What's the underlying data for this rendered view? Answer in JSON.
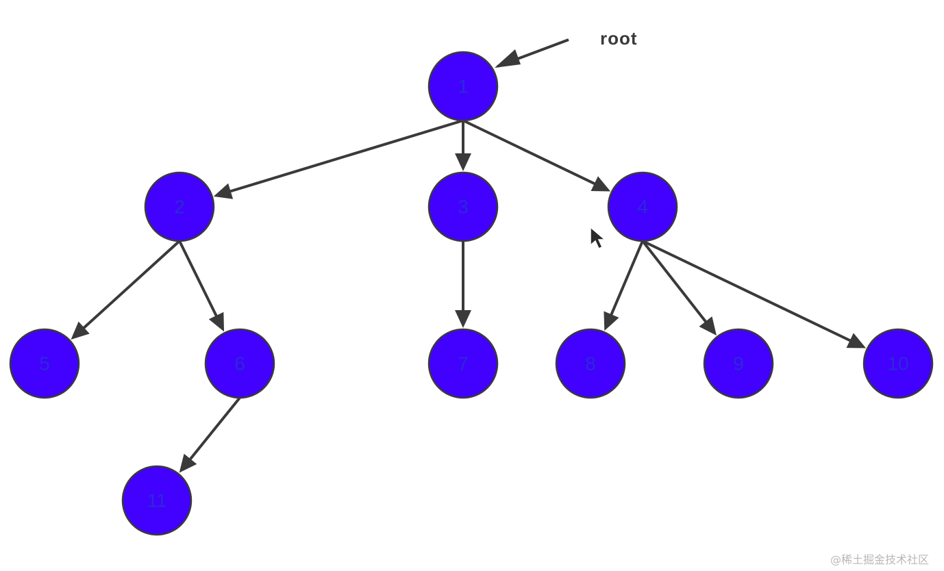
{
  "diagram": {
    "root_pointer_label": "root",
    "colors": {
      "node_fill": "#4200ff",
      "node_stroke": "#3a3a3a",
      "node_text": "#2b2ad8",
      "edge": "#3a3a3a",
      "background": "#ffffff"
    },
    "nodes": [
      {
        "id": "1",
        "label": "1"
      },
      {
        "id": "2",
        "label": "2"
      },
      {
        "id": "3",
        "label": "3"
      },
      {
        "id": "4",
        "label": "4"
      },
      {
        "id": "5",
        "label": "5"
      },
      {
        "id": "6",
        "label": "6"
      },
      {
        "id": "7",
        "label": "7"
      },
      {
        "id": "8",
        "label": "8"
      },
      {
        "id": "9",
        "label": "9"
      },
      {
        "id": "10",
        "label": "10"
      },
      {
        "id": "11",
        "label": "11"
      }
    ],
    "edges": [
      {
        "from": "1",
        "to": "2"
      },
      {
        "from": "1",
        "to": "3"
      },
      {
        "from": "1",
        "to": "4"
      },
      {
        "from": "2",
        "to": "5"
      },
      {
        "from": "2",
        "to": "6"
      },
      {
        "from": "3",
        "to": "7"
      },
      {
        "from": "4",
        "to": "8"
      },
      {
        "from": "4",
        "to": "9"
      },
      {
        "from": "4",
        "to": "10"
      },
      {
        "from": "6",
        "to": "11"
      }
    ]
  },
  "cursor": {
    "icon": "mouse-pointer-icon"
  },
  "watermark": {
    "text": "@稀土掘金技术社区"
  }
}
